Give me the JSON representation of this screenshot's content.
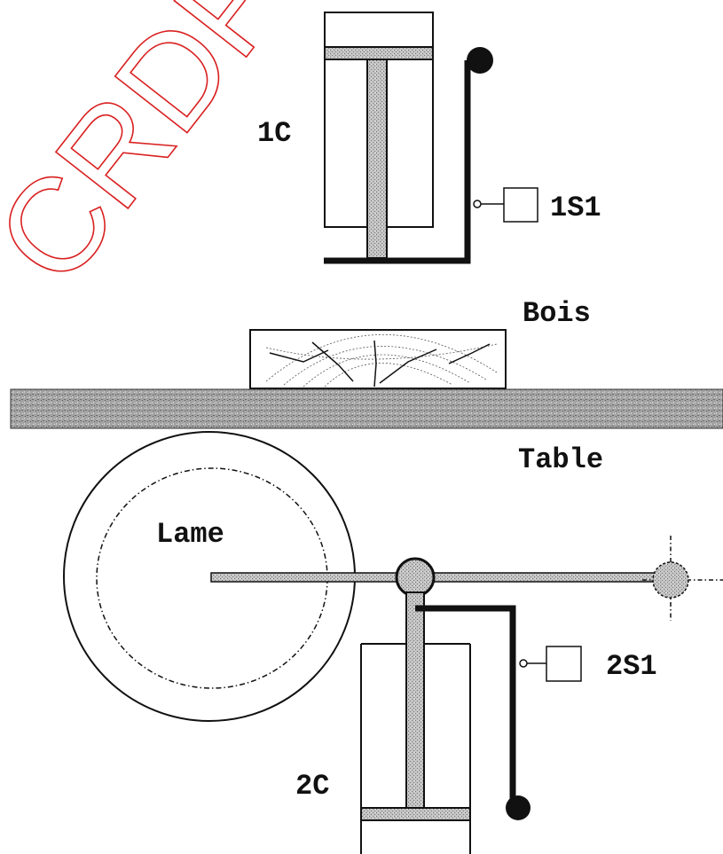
{
  "watermark": {
    "text": "CRDP LO",
    "color": "#d92020"
  },
  "labels": {
    "cylinder_1": "1C",
    "sensor_1": "1S1",
    "wood": "Bois",
    "table": "Table",
    "blade": "Lame",
    "sensor_2": "2S1",
    "cylinder_2": "2C"
  },
  "colors": {
    "line": "#111111",
    "rod_fill": "#a9a9a9",
    "table_fill": "#9a9a9a"
  }
}
